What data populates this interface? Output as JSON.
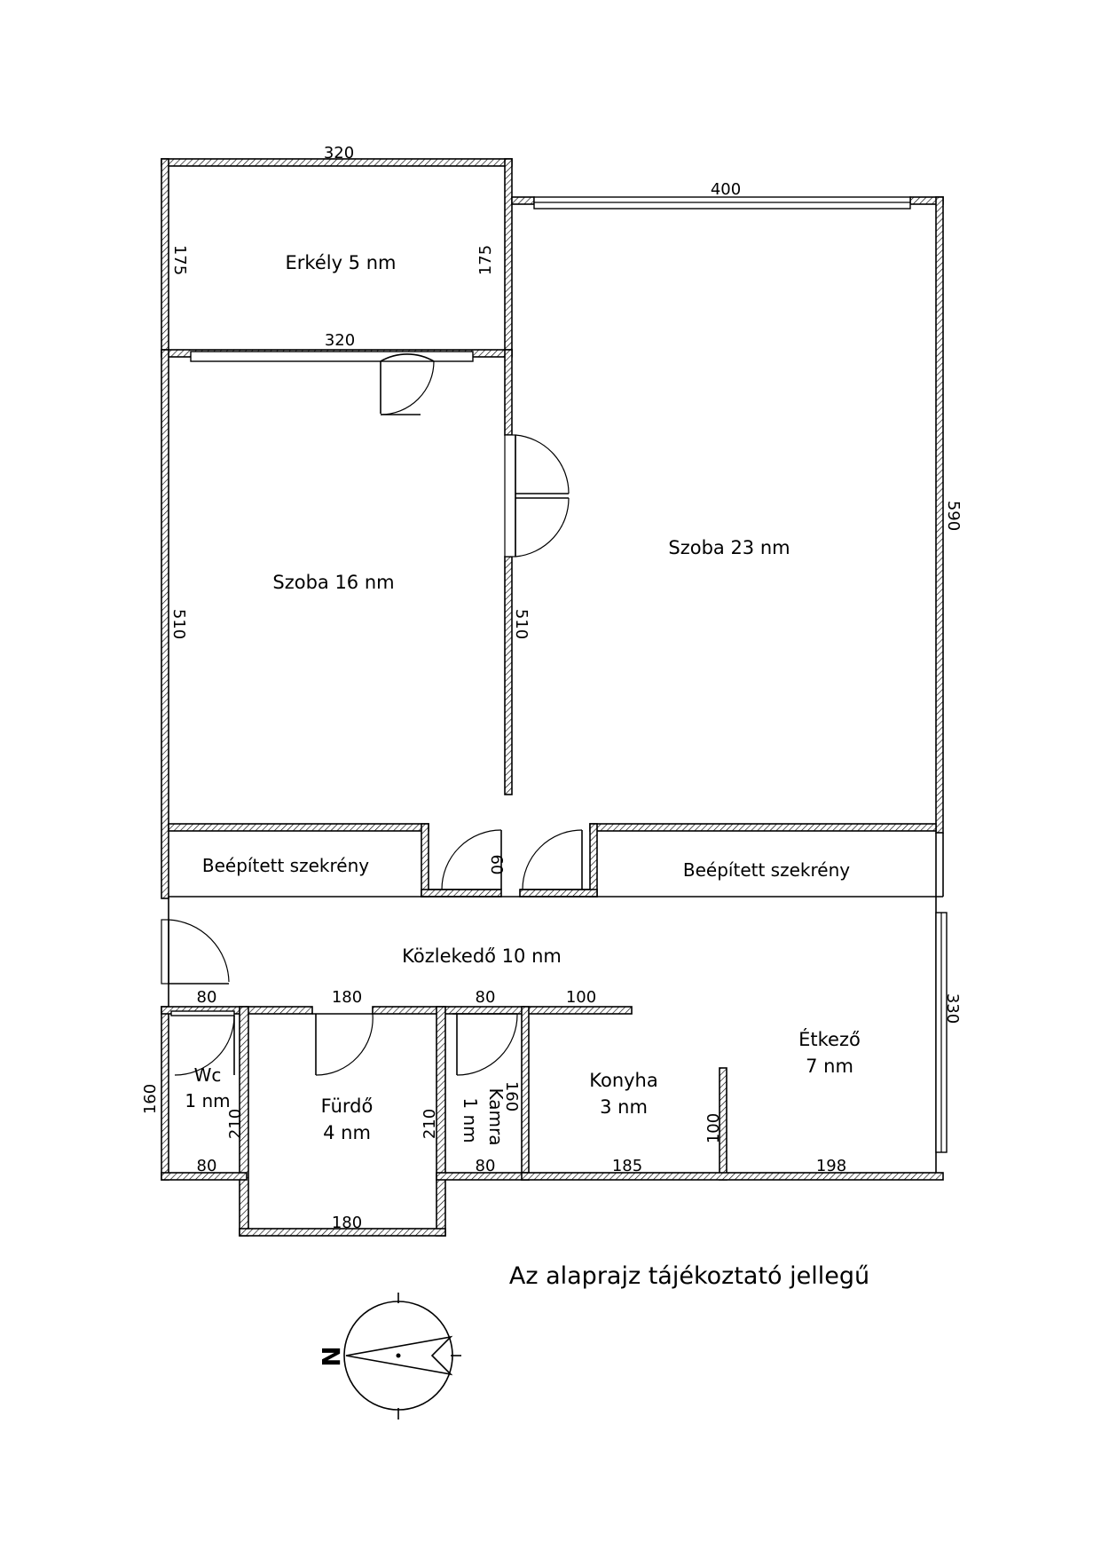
{
  "rooms": {
    "erkely": "Erkély 5 nm",
    "szoba16": "Szoba 16 nm",
    "szoba23": "Szoba 23 nm",
    "szekreny_left": "Beépített szekrény",
    "szekreny_right": "Beépített szekrény",
    "kozlekedo": "Közlekedő 10 nm",
    "wc_name": "Wc",
    "wc_area": "1 nm",
    "furdo_name": "Fürdő",
    "furdo_area": "4 nm",
    "kamra_name": "Kamra",
    "kamra_area": "1 nm",
    "konyha_name": "Konyha",
    "konyha_area": "3 nm",
    "etkezo_name": "Étkező",
    "etkezo_area": "7 nm"
  },
  "dimensions": {
    "erkely_top": "320",
    "erkely_bottom": "320",
    "erkely_left": "175",
    "erkely_right": "175",
    "szoba23_top": "400",
    "szoba23_right": "590",
    "szoba16_left": "510",
    "szoba16_right": "510",
    "door_60": "60",
    "wc_top": "80",
    "furdo_top": "180",
    "kamra_top": "80",
    "konyha_top": "100",
    "wc_left": "160",
    "wc_right": "210",
    "furdo_right": "210",
    "kamra_right": "160",
    "konyha_wall": "100",
    "etkezo_right": "330",
    "wc_bottom": "80",
    "furdo_bottom": "180",
    "kamra_bottom": "80",
    "konyha_bottom": "185",
    "etkezo_bottom": "198"
  },
  "note": "Az alaprajz tájékoztató jellegű",
  "compass": {
    "north_letter": "N"
  }
}
